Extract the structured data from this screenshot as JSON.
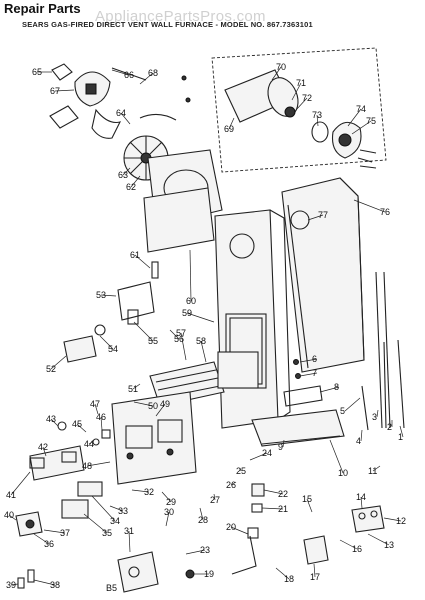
{
  "page": {
    "heading": "Repair Parts",
    "subtitle": "SEARS GAS-FIRED DIRECT VENT WALL FURNACE - MODEL NO. 867.7363101",
    "watermark": "AppliancePartsPros.com",
    "footer_code": "B5"
  },
  "callouts": [
    "1",
    "2",
    "3",
    "4",
    "5",
    "6",
    "7",
    "8",
    "9",
    "10",
    "11",
    "12",
    "13",
    "14",
    "15",
    "16",
    "17",
    "18",
    "19",
    "20",
    "21",
    "22",
    "23",
    "24",
    "25",
    "26",
    "27",
    "28",
    "29",
    "30",
    "31",
    "32",
    "33",
    "34",
    "35",
    "36",
    "37",
    "38",
    "39",
    "40",
    "41",
    "42",
    "43",
    "44",
    "45",
    "46",
    "47",
    "48",
    "49",
    "50",
    "51",
    "52",
    "53",
    "54",
    "55",
    "56",
    "57",
    "58",
    "59",
    "60",
    "61",
    "62",
    "63",
    "64",
    "65",
    "66",
    "67",
    "68",
    "69",
    "70",
    "71",
    "72",
    "73",
    "74",
    "75",
    "76",
    "77"
  ]
}
